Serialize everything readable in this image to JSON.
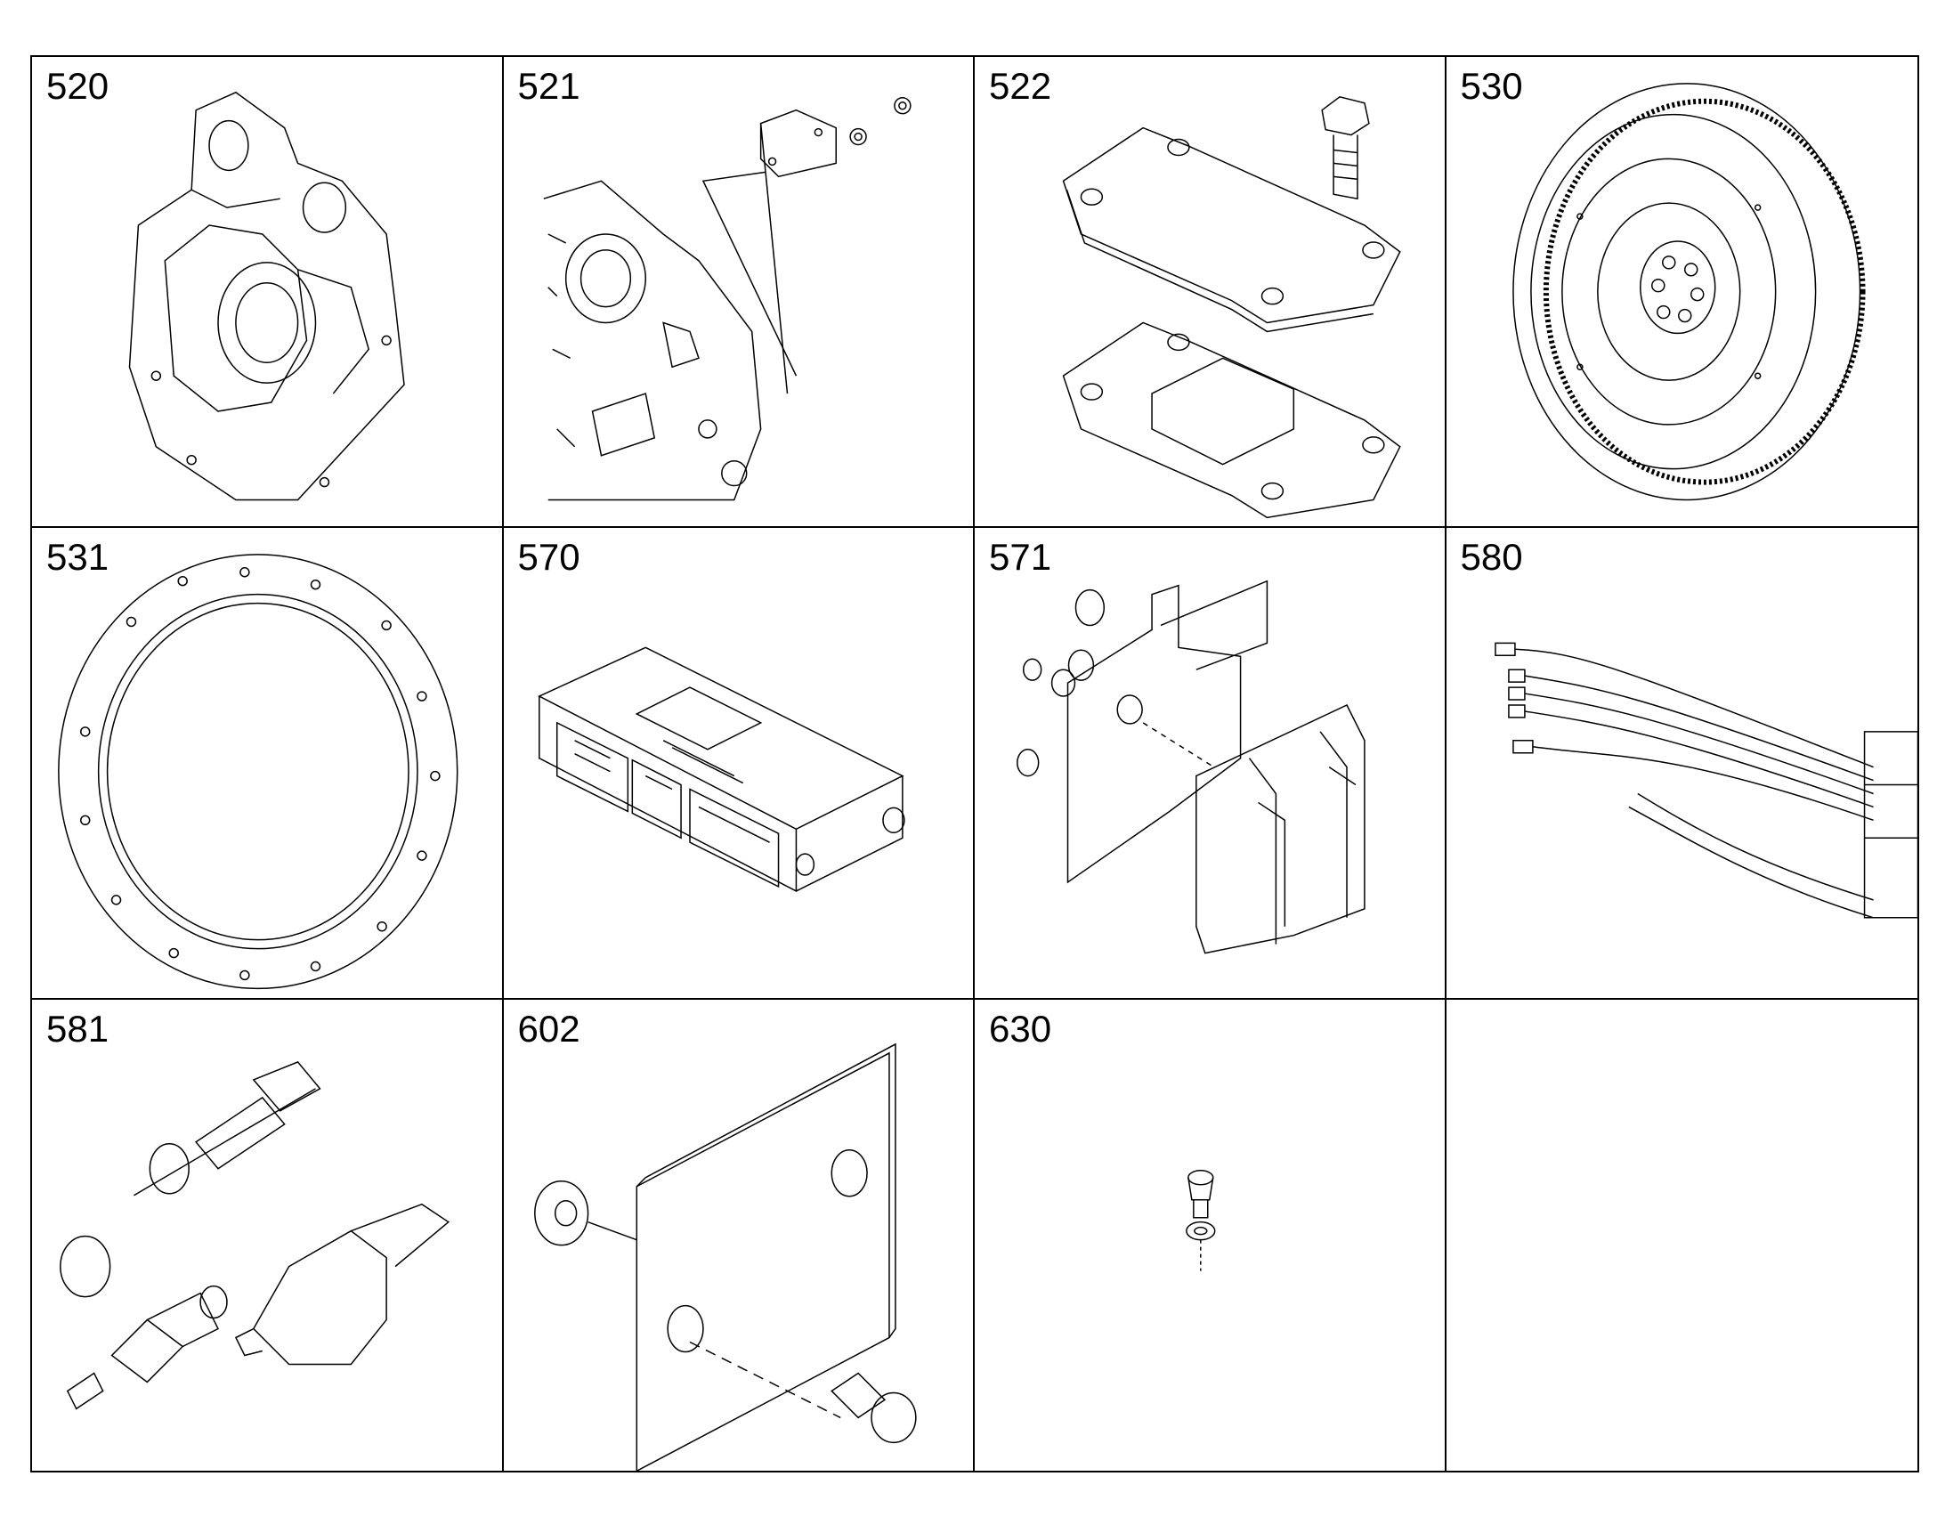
{
  "cells": [
    {
      "number": "520",
      "icon": "flywheel-housing-icon"
    },
    {
      "number": "521",
      "icon": "cover-plate-icon"
    },
    {
      "number": "522",
      "icon": "mounting-plate-gasket-icon"
    },
    {
      "number": "530",
      "icon": "flywheel-icon"
    },
    {
      "number": "531",
      "icon": "gasket-ring-icon"
    },
    {
      "number": "570",
      "icon": "control-unit-icon"
    },
    {
      "number": "571",
      "icon": "control-unit-bracket-icon"
    },
    {
      "number": "580",
      "icon": "wiring-harness-icon"
    },
    {
      "number": "581",
      "icon": "sensor-icon"
    },
    {
      "number": "602",
      "icon": "plate-with-screw-icon"
    },
    {
      "number": "630",
      "icon": "plug-screw-icon"
    },
    {
      "number": "",
      "icon": ""
    }
  ]
}
